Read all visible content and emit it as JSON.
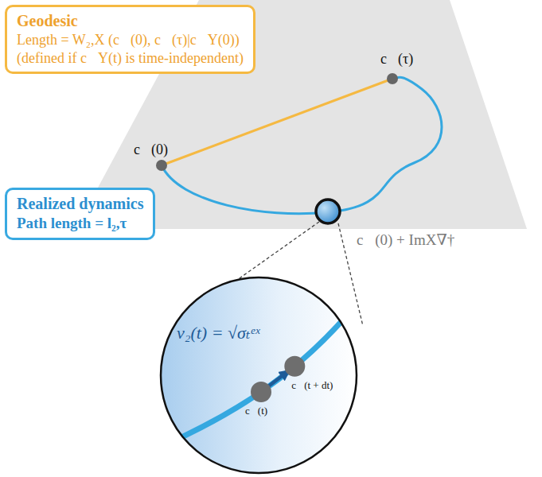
{
  "diagram": {
    "nodes": [
      {
        "text": [
          "Geodesic",
          "Length = W₂,X (c⃗(0), c⃗(τ)|c⃗Y(0))",
          "(defined if c⃗Y(t) is time-independent)"
        ]
      },
      {
        "text": [
          "Realized dynamics",
          "Path length = l₂,τ"
        ]
      },
      {
        "text": [
          "v₂(t) = √σₜᵉˣ",
          "c⃗(t)",
          "c⃗(t + dt)"
        ]
      }
    ],
    "labels": [
      "c⃗(0)",
      "c⃗(τ)",
      "c⃗(0) + ImX∇†"
    ]
  }
}
